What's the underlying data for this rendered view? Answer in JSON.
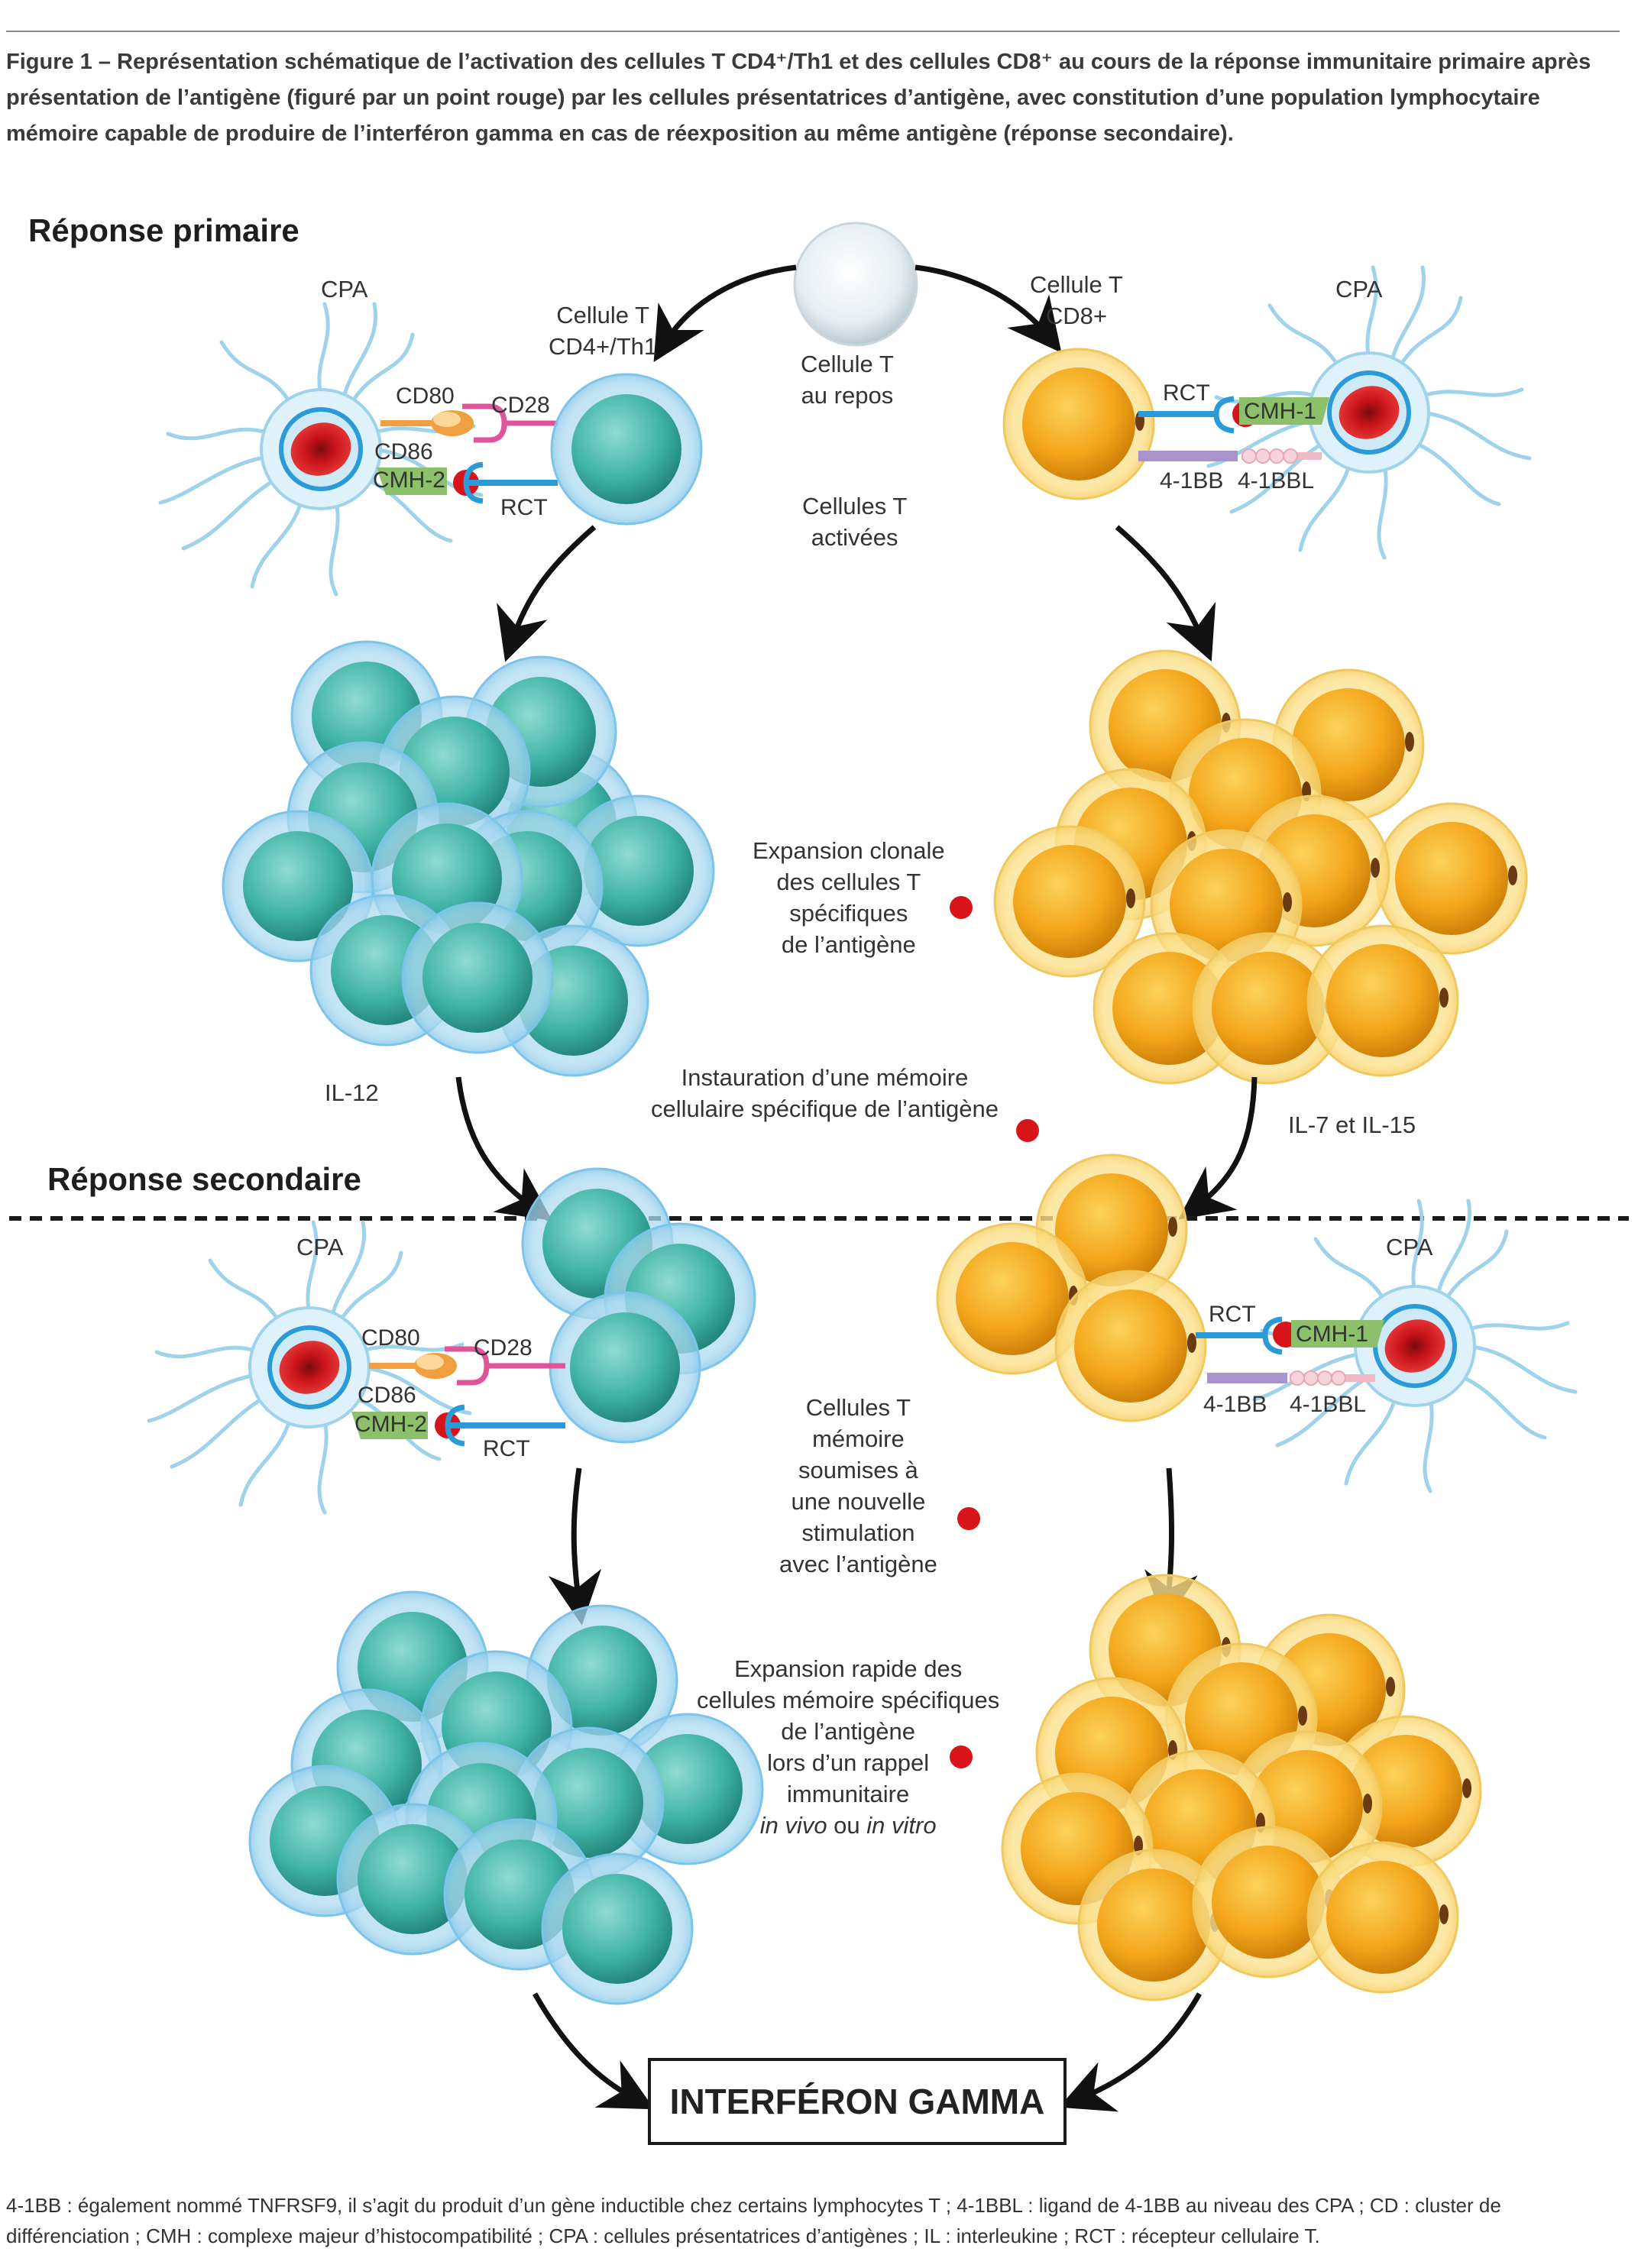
{
  "caption": "Figure 1 – Représentation schématique de l’activation des cellules T CD4⁺/Th1 et des cellules CD8⁺ au cours de la réponse immunitaire primaire après présentation de l’antigène (figuré par un point rouge) par les cellules présentatrices d’antigène, avec constitution d’une population lymphocytaire mémoire capable de produire de l’interféron gamma en cas de réexposition au même antigène (réponse secondaire).",
  "primary": {
    "title": "Réponse primaire",
    "cpa_left": "CPA",
    "cpa_right": "CPA",
    "cd4_label_line1": "Cellule T",
    "cd4_label_line2": "CD4+/Th1",
    "resting_line1": "Cellule T",
    "resting_line2": "au repos",
    "cd8_label_line1": "Cellule T",
    "cd8_label_line2": "CD8+",
    "cd80": "CD80",
    "cd28": "CD28",
    "cd86": "CD86",
    "cmh2": "CMH-2",
    "rct_left": "RCT",
    "rct_right": "RCT",
    "cmh1": "CMH-1",
    "b41bb": "4-1BB",
    "b41bbl": "4-1BBL",
    "activated_line1": "Cellules T",
    "activated_line2": "activées",
    "expansion_line1": "Expansion clonale",
    "expansion_line2": "des cellules T",
    "expansion_line3": "spécifiques",
    "expansion_line4": "de l’antigène",
    "il12": "IL-12",
    "memory_line1": "Instauration d’une mémoire",
    "memory_line2": "cellulaire spécifique de l’antigène",
    "il7": "IL-7 et IL-15"
  },
  "secondary": {
    "title": "Réponse secondaire",
    "cpa_left": "CPA",
    "cpa_right": "CPA",
    "cd80": "CD80",
    "cd28": "CD28",
    "cd86": "CD86",
    "cmh2": "CMH-2",
    "rct_left": "RCT",
    "rct_right": "RCT",
    "cmh1": "CMH-1",
    "b41bb": "4-1BB",
    "b41bbl": "4-1BBL",
    "memory_stim_line1": "Cellules T",
    "memory_stim_line2": "mémoire",
    "memory_stim_line3": "soumises à",
    "memory_stim_line4": "une nouvelle",
    "memory_stim_line5": "stimulation",
    "memory_stim_line6": "avec l’antigène",
    "rapid_line1": "Expansion rapide des",
    "rapid_line2": "cellules mémoire spécifiques",
    "rapid_line3": "de l’antigène",
    "rapid_line4": "lors d’un rappel",
    "rapid_line5": "immunitaire",
    "rapid_line6_a": "in vivo",
    "rapid_line6_b": " ou ",
    "rapid_line6_c": "in vitro"
  },
  "result": "INTERFÉRON GAMMA",
  "footnote": "4-1BB : également nommé TNFRSF9, il s’agit du produit d’un gène inductible chez certains lymphocytes T ; 4-1BBL : ligand de 4-1BB au niveau des CPA ; CD : cluster de différenciation ; CMH : complexe majeur d’histocompatibilité ; CPA : cellules présentatrices d’antigènes ; IL : interleukine ; RCT : récepteur cellulaire T.",
  "colors": {
    "cd4_core": "#3fb3a6",
    "cd4_membrane": "#a9d8ef",
    "cd8_core": "#f3a61a",
    "cd8_membrane": "#fbe08a",
    "antigen": "#d7141a",
    "cmh_green": "#8cc06a",
    "rct_blue": "#2a9bd8",
    "cd28_pink": "#e0559a",
    "cd80_orange": "#f0a040",
    "bb_purple": "#a993cc",
    "bbl_pink": "#f2b9c4"
  }
}
